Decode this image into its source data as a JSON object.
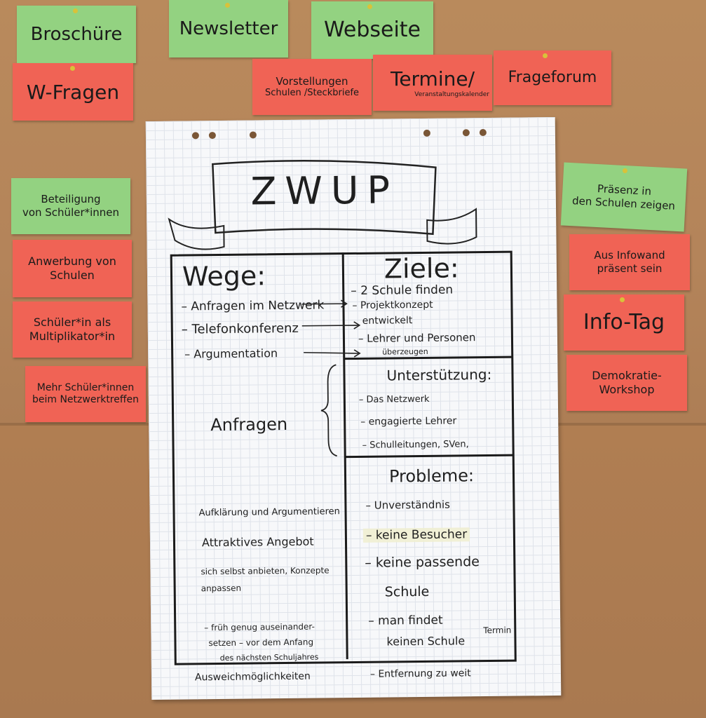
{
  "cards_top": {
    "broschure": "Broschüre",
    "newsletter": "Newsletter",
    "webseite": "Webseite",
    "w_fragen": "W-Fragen",
    "vorstellungen_1": "Vorstellungen",
    "vorstellungen_2": "Schulen /Steckbriefe",
    "termine": "Termine/",
    "termine_sub": "Veranstaltungskalender",
    "frageforum": "Frageforum"
  },
  "cards_left": {
    "beteiligung_1": "Beteiligung",
    "beteiligung_2": "von Schüler*innen",
    "anwerbung_1": "Anwerbung von",
    "anwerbung_2": "Schulen",
    "multiplikator_1": "Schüler*in als",
    "multiplikator_2": "Multiplikator*in",
    "mehr_1": "Mehr Schüler*innen",
    "mehr_2": "beim Netzwerktreffen"
  },
  "cards_right": {
    "praesenz_1": "Präsenz in",
    "praesenz_2": "den Schulen zeigen",
    "aufwand_1": "Aus Infowand",
    "aufwand_2": "präsent sein",
    "infotag": "Info-Tag",
    "demokratie_1": "Demokratie-",
    "demokratie_2": "Workshop"
  },
  "flipchart": {
    "title": "ZWUP",
    "wege": {
      "heading": "Wege:",
      "items": [
        "– Anfragen im Netzwerk",
        "– Telefonkonferenz",
        "– Argumentation"
      ],
      "anfragen": "Anfragen",
      "lower": [
        "Aufklärung und Argumentieren",
        "Attraktives Angebot",
        "sich selbst anbieten, Konzepte",
        "anpassen",
        "– früh genug auseinander-",
        "setzen – vor dem Anfang",
        "des nächsten Schuljahres"
      ],
      "footer": "Ausweichmöglichkeiten"
    },
    "ziele": {
      "heading": "Ziele:",
      "items": [
        "– 2 Schule finden",
        "– Projektkonzept",
        "entwickelt",
        "– Lehrer und Personen",
        "überzeugen"
      ]
    },
    "unterstuetzung": {
      "heading": "Unterstützung:",
      "items": [
        "– Das Netzwerk",
        "– engagierte Lehrer",
        "– Schulleitungen, SVen,"
      ]
    },
    "probleme": {
      "heading": "Probleme:",
      "items": [
        "– Unverständnis",
        "– keine Besucher",
        "– keine passende",
        "Schule",
        "– man findet",
        "keinen Schule",
        "Termin",
        "– Entfernung zu weit"
      ]
    }
  }
}
